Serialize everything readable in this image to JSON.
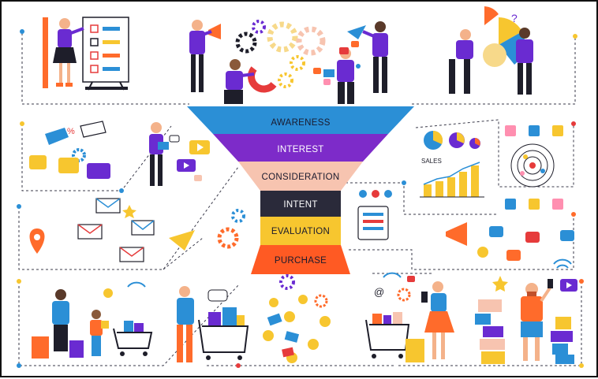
{
  "funnel": {
    "stages": [
      {
        "label": "AWARENESS",
        "color": "#2b8fd6",
        "text_color": "#1a1a2e"
      },
      {
        "label": "INTEREST",
        "color": "#7d2bc9",
        "text_color": "#ffffff"
      },
      {
        "label": "CONSIDERATION",
        "color": "#f7c4b0",
        "text_color": "#1a1a2e"
      },
      {
        "label": "INTENT",
        "color": "#2a2a3a",
        "text_color": "#ffffff"
      },
      {
        "label": "EVALUATION",
        "color": "#f7c62f",
        "text_color": "#1a1a2e"
      },
      {
        "label": "PURCHASE",
        "color": "#ff5a23",
        "text_color": "#1a1a2e"
      }
    ]
  },
  "sales_chart": {
    "label": "SALES"
  },
  "palette": {
    "purple": "#6a2bd1",
    "blue": "#2b8fd6",
    "orange": "#ff6b2b",
    "yellow": "#f7c62f",
    "red": "#e63b3b",
    "pink": "#ff8fb0",
    "dark": "#1e1e2a"
  }
}
